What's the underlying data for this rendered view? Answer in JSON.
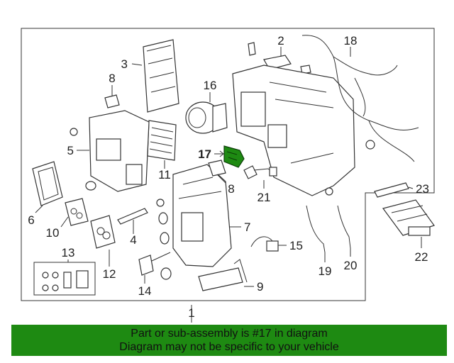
{
  "callouts": [
    "1",
    "2",
    "3",
    "4",
    "5",
    "6",
    "7",
    "8",
    "8",
    "9",
    "10",
    "11",
    "12",
    "13",
    "14",
    "15",
    "16",
    "17",
    "18",
    "19",
    "20",
    "21",
    "22",
    "23"
  ],
  "banner": {
    "line1": "Part or sub-assembly is #17 in diagram",
    "line2": "Diagram may not be specific to your vehicle",
    "background": "#1e8a12"
  },
  "colors": {
    "highlight": "#1e8a12",
    "line": "#333333"
  },
  "highlighted_part": "17"
}
